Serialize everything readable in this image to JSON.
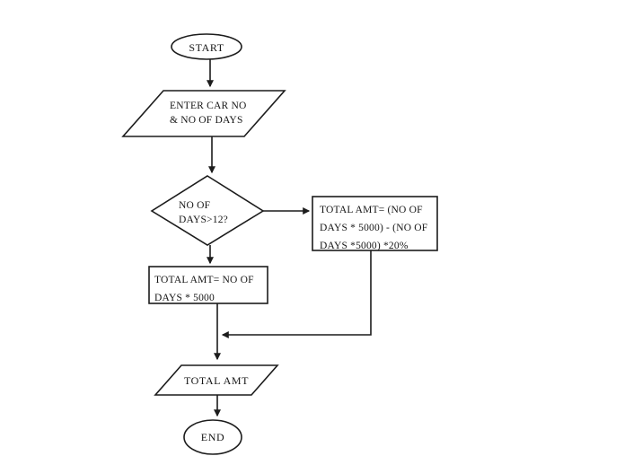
{
  "flowchart": {
    "colors": {
      "line": "#1c1c1c",
      "background": "#ffffff",
      "text": "#161616"
    },
    "nodes": {
      "start": {
        "type": "terminator",
        "label": "START"
      },
      "input": {
        "type": "input-output",
        "label": "ENTER CAR NO\n& NO OF DAYS"
      },
      "decision": {
        "type": "decision",
        "label": "NO OF\nDAYS>12?"
      },
      "discount": {
        "type": "process",
        "label": "TOTAL AMT= (NO OF\nDAYS * 5000) - (NO OF\nDAYS *5000) *20%"
      },
      "normal": {
        "type": "process",
        "label": "TOTAL AMT= NO OF\nDAYS * 5000"
      },
      "output": {
        "type": "input-output",
        "label": "TOTAL AMT"
      },
      "end": {
        "type": "terminator",
        "label": "END"
      }
    },
    "edges": [
      {
        "from": "start",
        "to": "input"
      },
      {
        "from": "input",
        "to": "decision"
      },
      {
        "from": "decision",
        "to": "discount"
      },
      {
        "from": "decision",
        "to": "normal"
      },
      {
        "from": "discount",
        "to": "output"
      },
      {
        "from": "normal",
        "to": "output"
      },
      {
        "from": "output",
        "to": "end"
      }
    ]
  }
}
